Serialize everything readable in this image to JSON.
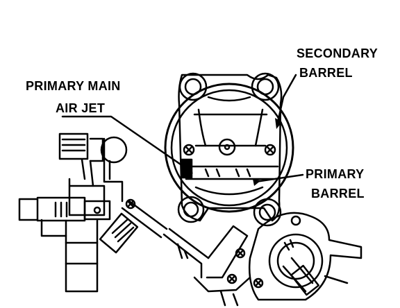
{
  "diagram": {
    "labels": {
      "secondary_barrel": [
        "SECONDARY",
        "BARREL"
      ],
      "primary_main_air_jet": [
        "PRIMARY MAIN",
        "AIR JET"
      ],
      "primary_barrel": [
        "PRIMARY",
        "BARREL"
      ]
    },
    "colors": {
      "ink": "#000000",
      "paper": "#ffffff"
    }
  }
}
